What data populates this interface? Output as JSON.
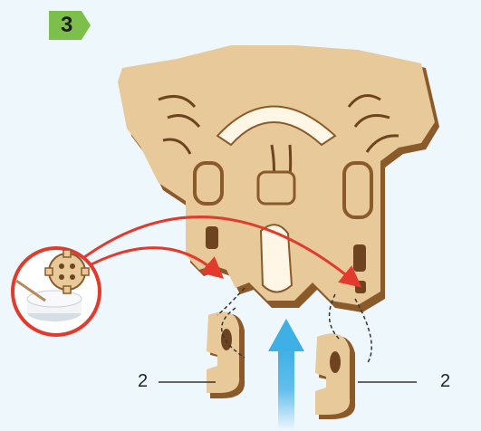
{
  "step": {
    "number": "3"
  },
  "callouts": {
    "left_quantity": "2",
    "right_quantity": "2"
  },
  "colors": {
    "background": "#eef7fc",
    "step_badge": "#7cc04b",
    "wood_face": "#e8c99a",
    "wood_edge": "#8b5a2b",
    "arrow_red": "#e23b2e",
    "push_arrow": "#3fb0e6"
  },
  "icons": {
    "glue": "glue-pot-icon",
    "gear": "gear-part-icon",
    "push": "push-up-arrow-icon"
  }
}
